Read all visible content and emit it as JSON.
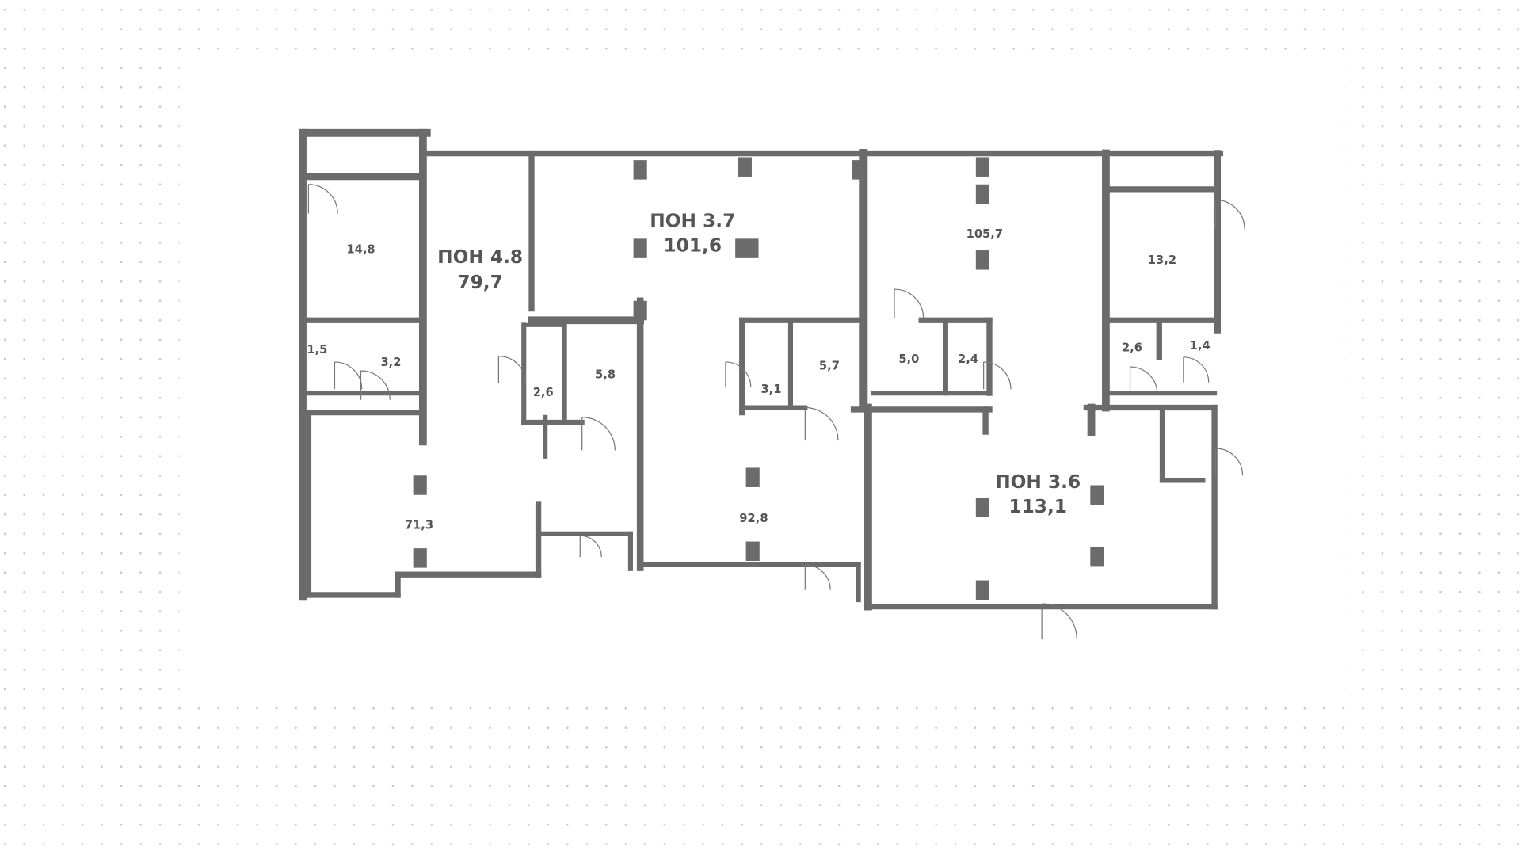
{
  "colors": {
    "wall": "#6b6b6b",
    "label": "#555555",
    "dots": "#c8c8c8",
    "background": "#ffffff"
  },
  "units": [
    {
      "code": "ПОН 4.8",
      "area": "79,7"
    },
    {
      "code": "ПОН 3.7",
      "area": "101,6"
    },
    {
      "code": "ПОН 3.6",
      "area": "113,1"
    }
  ],
  "rooms": [
    "14,8",
    "105,7",
    "13,2",
    "1,5",
    "3,2",
    "2,6",
    "5,8",
    "3,1",
    "5,7",
    "5,0",
    "2,4",
    "2,6",
    "1,4",
    "71,3",
    "92,8"
  ]
}
